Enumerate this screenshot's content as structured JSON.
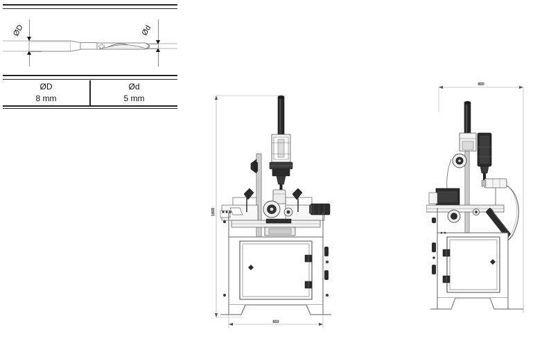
{
  "sheet": {
    "background_color": "#ffffff",
    "line_color": "#8a8a8a",
    "dark_part_color": "#2b2b2b"
  },
  "tool_spec": {
    "title_rule": "",
    "bit": {
      "name": "single-flute-router-bit",
      "left_dim_label": "ØD",
      "right_dim_label": "Ød"
    },
    "table": {
      "columns": [
        {
          "header": "ØD",
          "value": "8 mm"
        },
        {
          "header": "Ød",
          "value": "5 mm"
        }
      ]
    }
  },
  "front_view": {
    "name": "machine-front-elevation",
    "height_dimension": "1606",
    "width_dimension": "653"
  },
  "side_view": {
    "name": "machine-side-elevation",
    "width_dimension": "800"
  }
}
